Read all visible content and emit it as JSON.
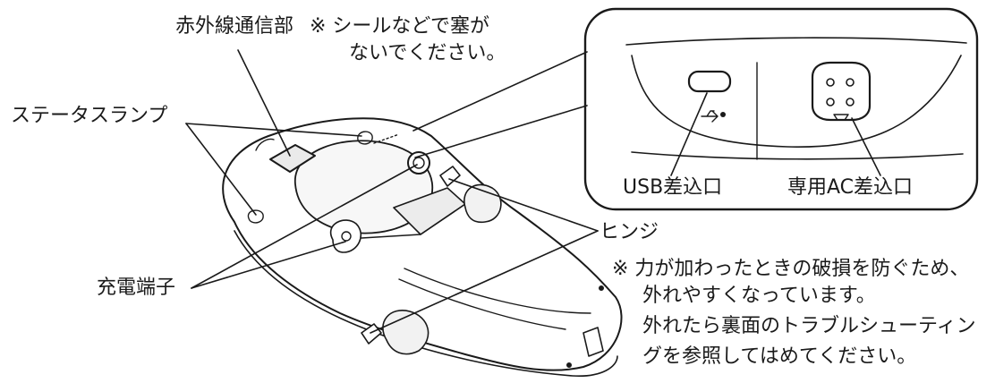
{
  "labels": {
    "infrared": "赤外線通信部",
    "infrared_note_line1": "※ シールなどで塞が",
    "infrared_note_line2": "ないでください。",
    "status_lamp": "ステータスランプ",
    "charge_terminal": "充電端子",
    "hinge": "ヒンジ",
    "hinge_note_line1": "※ 力が加わったときの破損を防ぐため、",
    "hinge_note_line2": "外れやすくなっています。",
    "hinge_note_line3": "外れたら裏面のトラブルシューティン",
    "hinge_note_line4": "グを参照してはめてください。",
    "usb_port": "USB差込口",
    "ac_port": "専用AC差込口"
  },
  "colors": {
    "line": "#1a1a1a",
    "fill": "#ffffff",
    "shade": "#f2f2f2"
  }
}
